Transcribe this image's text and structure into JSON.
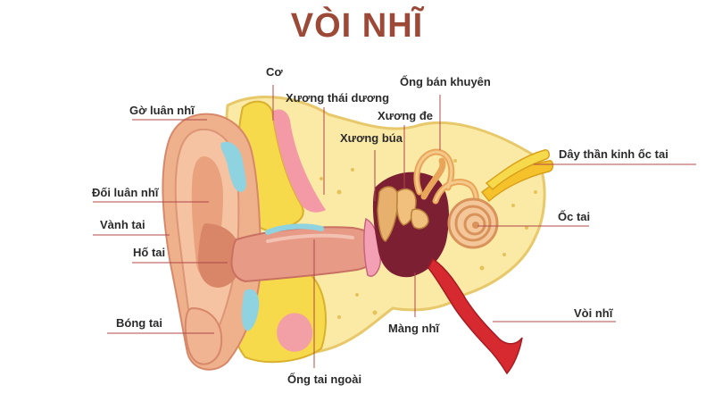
{
  "title": "VÒI NHĨ",
  "labels": {
    "co": "Cơ",
    "xuong_thai_duong": "Xương thái dương",
    "ong_ban_khuyen": "Ống bán khuyên",
    "xuong_de": "Xương đe",
    "xuong_bua": "Xương búa",
    "day_than_kinh_oc_tai": "Dây thần kinh ốc tai",
    "oc_tai": "Ốc tai",
    "voi_nhi": "Vòi nhĩ",
    "mang_nhi": "Màng nhĩ",
    "ong_tai_ngoai": "Ống tai ngoài",
    "go_luan_nhi": "Gờ luân nhĩ",
    "doi_luan_nhi": "Đối luân nhĩ",
    "vanh_tai": "Vành tai",
    "ho_tai": "Hố tai",
    "bong_tai": "Bóng tai"
  },
  "colors": {
    "title": "#9c4a37",
    "skin": "#efb08c",
    "bone": "#fbe9a6",
    "muscle_yellow": "#f7d94c",
    "canal": "#e79a86",
    "middle_ear": "#7d1f33",
    "eustachian": "#d62a30",
    "leader_line": "#b0484a"
  }
}
